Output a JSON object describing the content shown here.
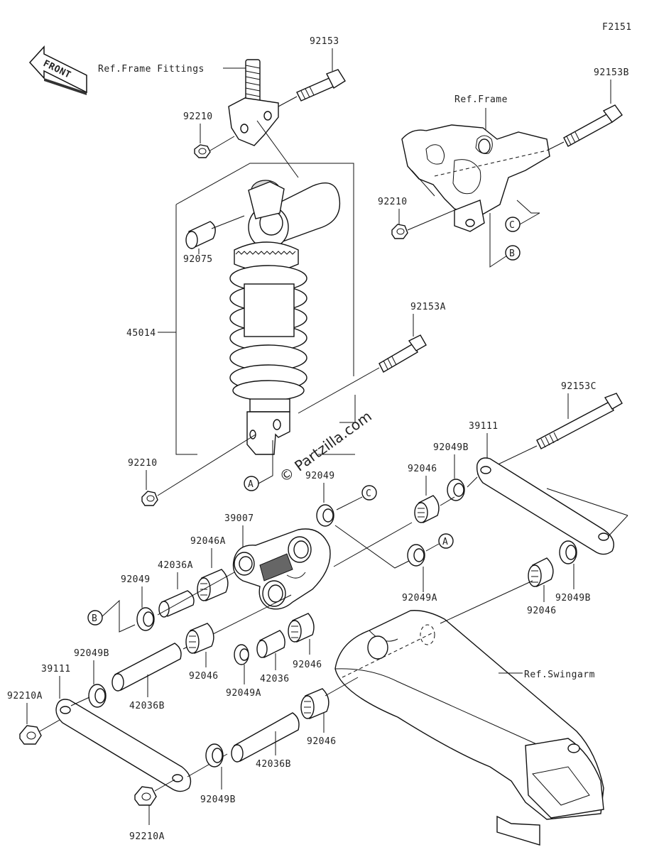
{
  "diagram_code": "F2151",
  "front_label": "FRONT",
  "watermark": "© Partzilla.com",
  "refs": {
    "frame_fittings": "Ref.Frame Fittings",
    "frame": "Ref.Frame",
    "swingarm": "Ref.Swingarm"
  },
  "callouts": {
    "a": "A",
    "b": "B",
    "c": "C"
  },
  "labels": {
    "p92153": "92153",
    "p92153b": "92153B",
    "p92210_top": "92210",
    "p92210_frame": "92210",
    "p92075": "92075",
    "p45014": "45014",
    "p92153a": "92153A",
    "p92153c": "92153C",
    "p92210_bottom": "92210",
    "p39111_right": "39111",
    "p92049b_top": "92049B",
    "p92049_c": "92049",
    "p92046_top": "92046",
    "p39007": "39007",
    "p92046a": "92046A",
    "p42036a": "42036A",
    "p92049_b": "92049",
    "p92049a_upper": "92049A",
    "p92049b_right": "92049B",
    "p92046_right": "92046",
    "p92049b_left": "92049B",
    "p39111_left": "39111",
    "p92210a_left": "92210A",
    "p42036b_left": "42036B",
    "p92046_mid": "92046",
    "p92049a_lower": "92049A",
    "p42036": "42036",
    "p92046_mid2": "92046",
    "p92046_low": "92046",
    "p42036b_low": "42036B",
    "p92049b_low": "92049B",
    "p92210a_low": "92210A"
  }
}
